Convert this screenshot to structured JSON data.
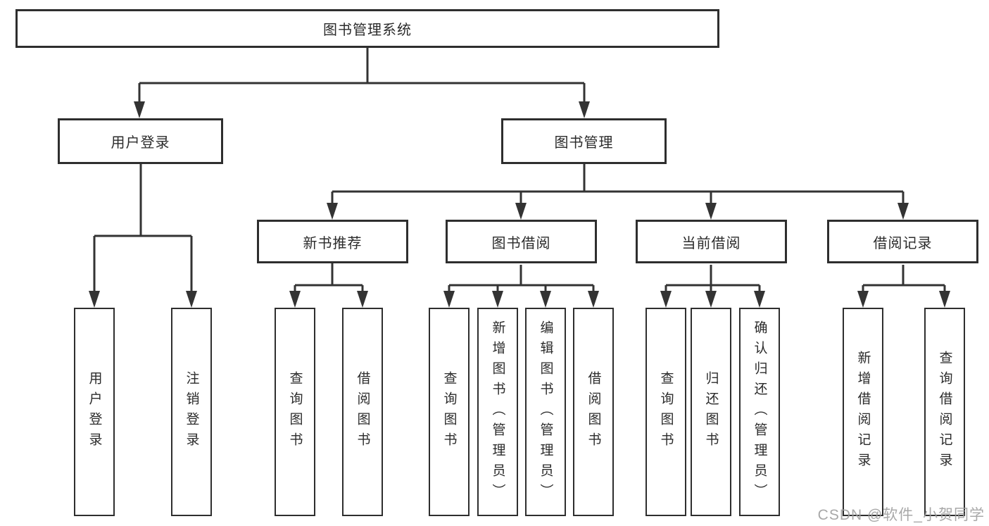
{
  "tree": {
    "root": {
      "label": "图书管理系统"
    },
    "branches": [
      {
        "label": "用户登录",
        "children": [
          {
            "label": "用户登录"
          },
          {
            "label": "注销登录"
          }
        ]
      },
      {
        "label": "图书管理",
        "groups": [
          {
            "label": "新书推荐",
            "children": [
              {
                "label": "查询图书"
              },
              {
                "label": "借阅图书"
              }
            ]
          },
          {
            "label": "图书借阅",
            "children": [
              {
                "label": "查询图书"
              },
              {
                "label": "新增图书（管理员）"
              },
              {
                "label": "编辑图书（管理员）"
              },
              {
                "label": "借阅图书"
              }
            ]
          },
          {
            "label": "当前借阅",
            "children": [
              {
                "label": "查询图书"
              },
              {
                "label": "归还图书"
              },
              {
                "label": "确认归还（管理员）"
              }
            ]
          },
          {
            "label": "借阅记录",
            "children": [
              {
                "label": "新增借阅记录"
              },
              {
                "label": "查询借阅记录"
              }
            ]
          }
        ]
      }
    ]
  },
  "watermark": {
    "text": "CSDN @软件_小贺同学"
  },
  "colors": {
    "line": "#333333",
    "border": "#2e2e2e",
    "text": "#2b2b2b",
    "watermark": "#9e9e9e",
    "background": "#ffffff"
  }
}
